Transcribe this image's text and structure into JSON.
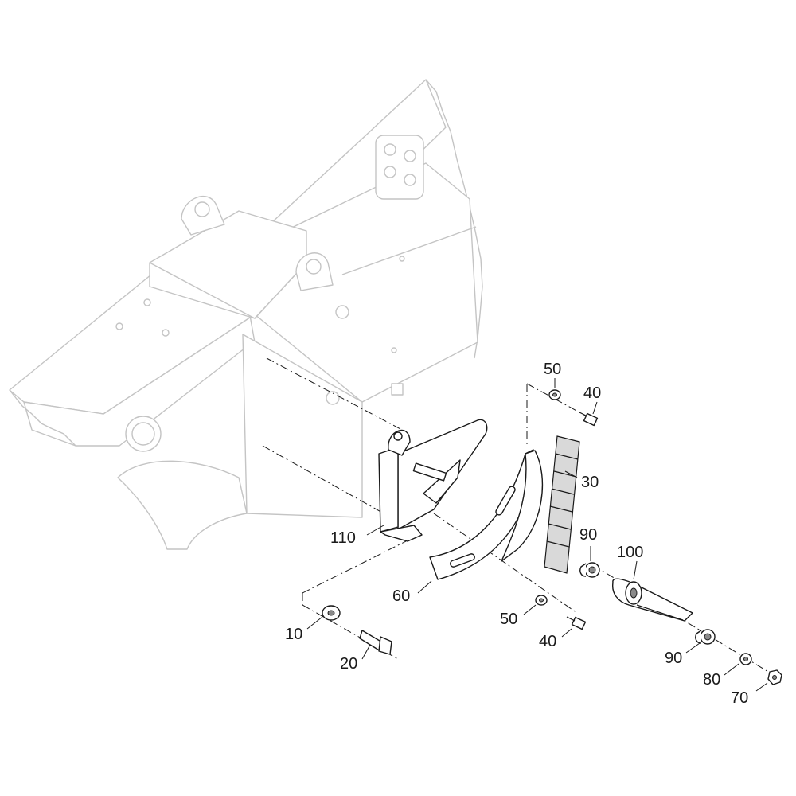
{
  "callouts": {
    "c10": "10",
    "c20": "20",
    "c30": "30",
    "c40a": "40",
    "c40b": "40",
    "c50a": "50",
    "c50b": "50",
    "c60": "60",
    "c70": "70",
    "c80": "80",
    "c90a": "90",
    "c90b": "90",
    "c100": "100",
    "c110": "110"
  }
}
